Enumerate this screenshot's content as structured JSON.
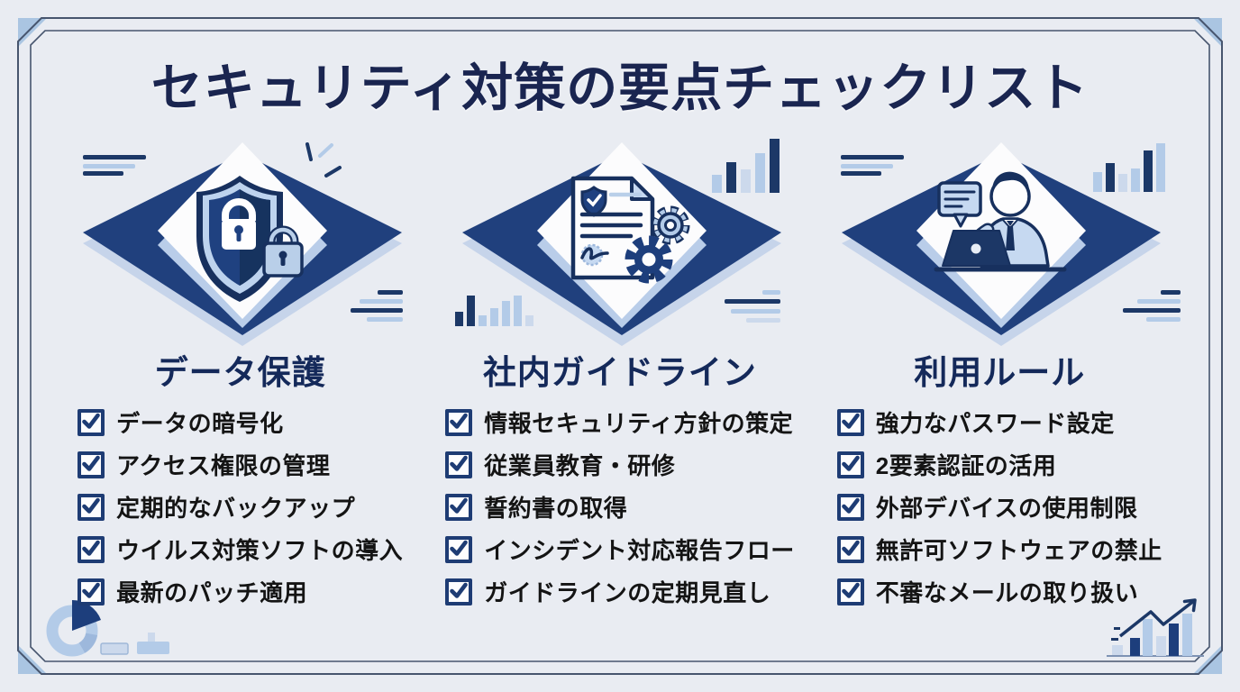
{
  "page": {
    "title": "セキュリティ対策の要点チェックリスト",
    "background": "#e9ecf2"
  },
  "colors": {
    "title_navy": "#1a2550",
    "heading_navy": "#14295a",
    "diamond_navy": "#20407d",
    "accent_navy": "#1c3867",
    "light_blue": "#b3cbe8",
    "pale_blue": "#ccd9ec",
    "checkbox_navy": "#1e3c74",
    "item_text": "#141414",
    "background": "#e9ecf2"
  },
  "columns": [
    {
      "id": "data-protection",
      "title": "データ保護",
      "icon": "shield-locks-icon",
      "items": [
        {
          "label": "データの暗号化",
          "checked": true
        },
        {
          "label": "アクセス権限の管理",
          "checked": true
        },
        {
          "label": "定期的なバックアップ",
          "checked": true
        },
        {
          "label": "ウイルス対策ソフトの導入",
          "checked": true
        },
        {
          "label": "最新のパッチ適用",
          "checked": true
        }
      ]
    },
    {
      "id": "internal-guidelines",
      "title": "社内ガイドライン",
      "icon": "document-gears-icon",
      "items": [
        {
          "label": "情報セキュリティ方針の策定",
          "checked": true
        },
        {
          "label": "従業員教育・研修",
          "checked": true
        },
        {
          "label": "誓約書の取得",
          "checked": true
        },
        {
          "label": "インシデント対応報告フロー",
          "checked": true
        },
        {
          "label": "ガイドラインの定期見直し",
          "checked": true
        }
      ]
    },
    {
      "id": "usage-rules",
      "title": "利用ルール",
      "icon": "person-laptop-icon",
      "items": [
        {
          "label": "強力なパスワード設定",
          "checked": true
        },
        {
          "label": "2要素認証の活用",
          "checked": true
        },
        {
          "label": "外部デバイスの使用制限",
          "checked": true
        },
        {
          "label": "無許可ソフトウェアの禁止",
          "checked": true
        },
        {
          "label": "不審なメールの取り扱い",
          "checked": true
        }
      ]
    }
  ],
  "decorations": {
    "frame": "chamfered-double-border-frame",
    "bottom_left": "donut-chart-icon",
    "bottom_right": "growth-bar-chart-arrow-icon",
    "accents": [
      "speed-lines",
      "sparkle-lines",
      "mini-bar-chart"
    ]
  }
}
